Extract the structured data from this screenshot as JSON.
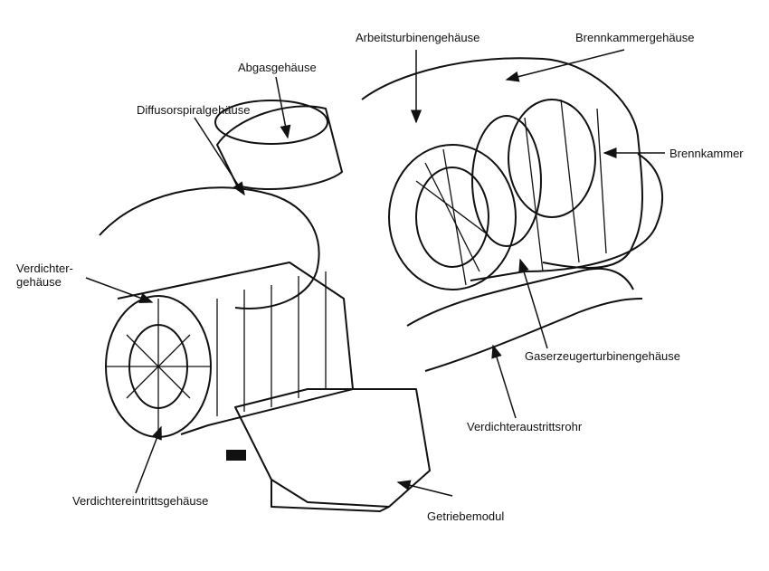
{
  "labels": {
    "arbeitsturbine": "Arbeitsturbinengehäuse",
    "brennkammergehaeuse": "Brennkammergehäuse",
    "abgas": "Abgasgehäuse",
    "diffusor": "Diffusorspiralgehäuse",
    "brennkammer": "Brennkammer",
    "verdichter_line1": "Verdichter-",
    "verdichter_line2": "gehäuse",
    "gaserzeuger": "Gaserzeugerturbinengehäuse",
    "austritt": "Verdichteraustrittsrohr",
    "eintritt": "Verdichtereintrittsgehäuse",
    "getriebe": "Getriebemodul"
  },
  "colors": {
    "ink": "#111111",
    "paper": "#ffffff"
  }
}
